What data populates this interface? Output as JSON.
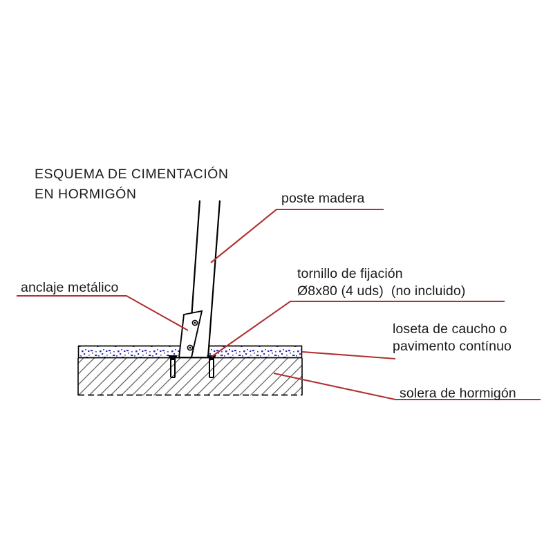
{
  "diagram": {
    "title_line1": "ESQUEMA DE CIMENTACIÓN",
    "title_line2": "EN HORMIGÓN",
    "labels": {
      "poste": "poste madera",
      "anclaje": "anclaje metálico",
      "tornillo_line1": "tornillo de fijación",
      "tornillo_line2": "Ø8x80 (4 uds)  (no incluido)",
      "loseta_line1": "loseta de caucho o",
      "loseta_line2": "pavimento contínuo",
      "solera": "solera de hormigón"
    },
    "colors": {
      "leader": "#b03030",
      "outline": "#000000",
      "speckle": "#2b2bbd",
      "hatch": "#555555",
      "background": "#ffffff",
      "text": "#1a1a1a"
    },
    "elements": {
      "post": "wooden post, tilted",
      "anchor_plate": "metal anchor plate with two bolt holes",
      "rubber_layer": "rubber tile / continuous paving layer",
      "concrete_slab": "hatched concrete slab",
      "bolts": "two fixing bolts"
    }
  }
}
